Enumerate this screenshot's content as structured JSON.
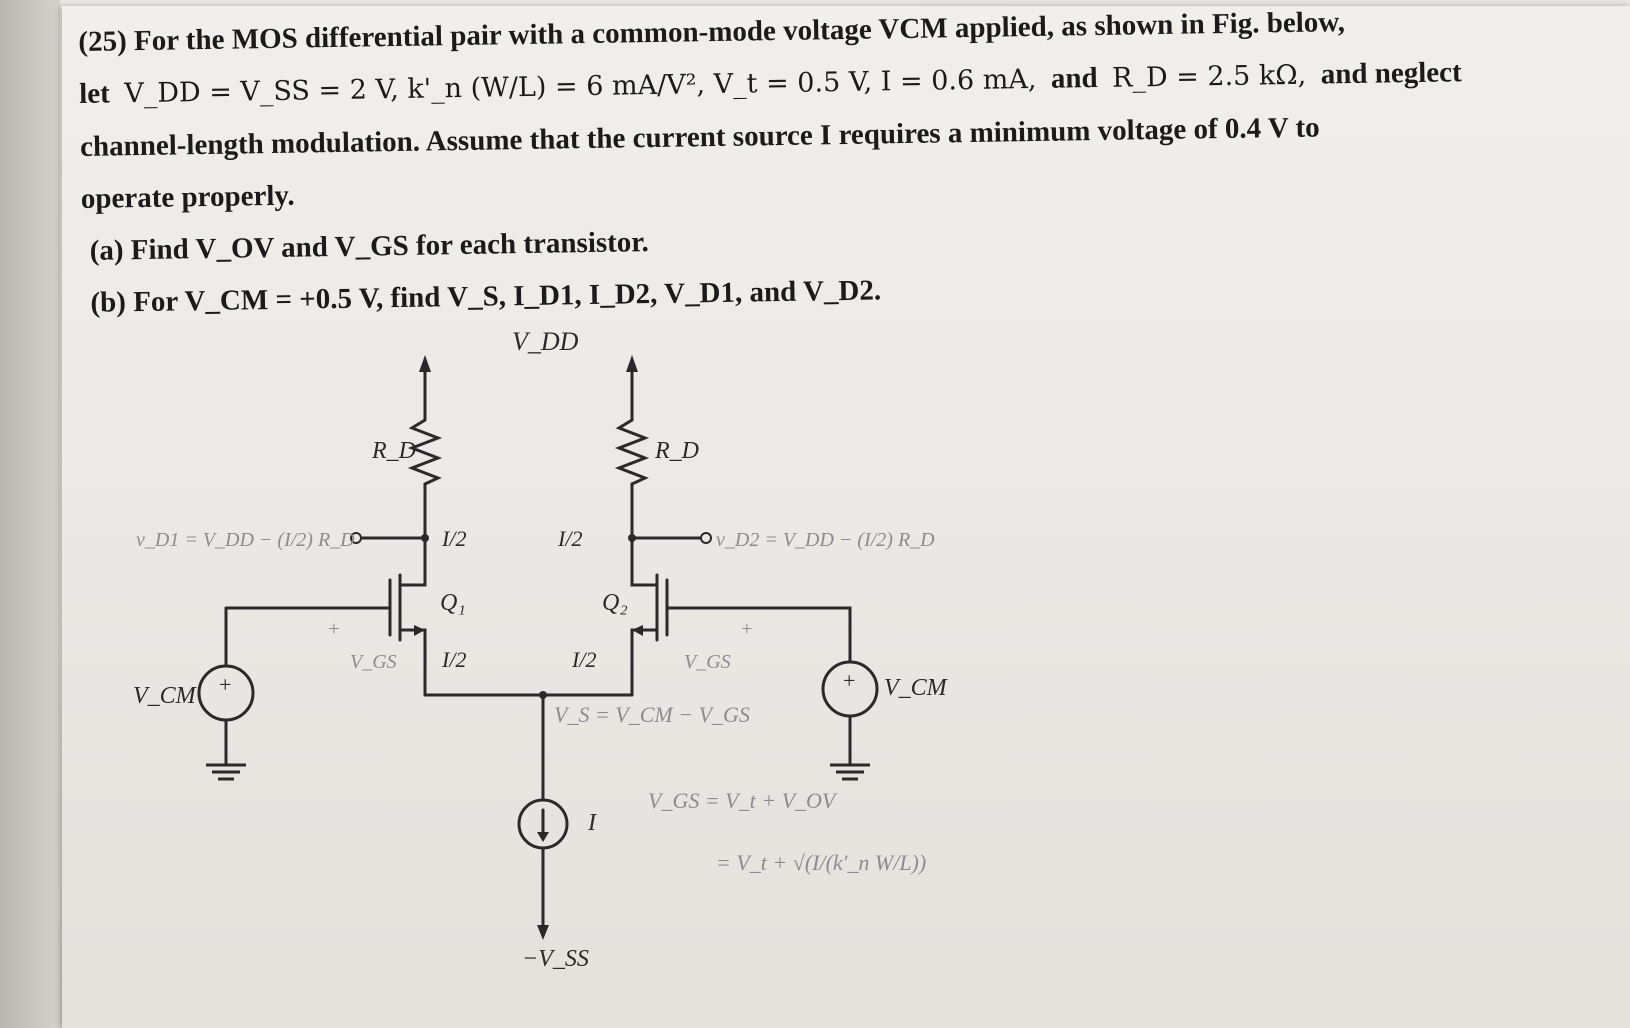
{
  "problem": {
    "number": "(25)",
    "line1": "For the MOS differential pair with a common-mode voltage VCM applied, as shown in Fig. below,",
    "line2_prefix": "let",
    "line2_math": "V_DD = V_SS = 2 V, k'_n (W/L) = 6 mA/V², V_t = 0.5 V, I = 0.6 mA,",
    "line2_and1": "and",
    "line2_rd": "R_D = 2.5 kΩ,",
    "line2_and2": "and neglect",
    "line3": "channel-length modulation. Assume that the current source I requires a minimum voltage of 0.4 V to",
    "line4": "operate properly.",
    "part_a": "(a) Find V_OV and V_GS for each transistor.",
    "part_b": "(b) For V_CM = +0.5 V, find V_S, I_D1, I_D2, V_D1, and V_D2."
  },
  "circuit": {
    "vdd_label": "V_DD",
    "rd_left": "R_D",
    "rd_right": "R_D",
    "q1": "Q₁",
    "q2": "Q₂",
    "i_half": "I/2",
    "vgs": "V_GS",
    "vcm": "V_CM",
    "vs_eq": "V_S = V_CM − V_GS",
    "current_source": "I",
    "vss_label": "−V_SS",
    "vd1_eq": "v_D1 = V_DD − (I/2) R_D",
    "vd2_eq": "v_D2 = V_DD − (I/2) R_D",
    "vgs_eq1": "V_GS = V_t + V_OV",
    "vgs_eq2": "= V_t + √(I/(k'_n W/L))",
    "plus": "+"
  }
}
